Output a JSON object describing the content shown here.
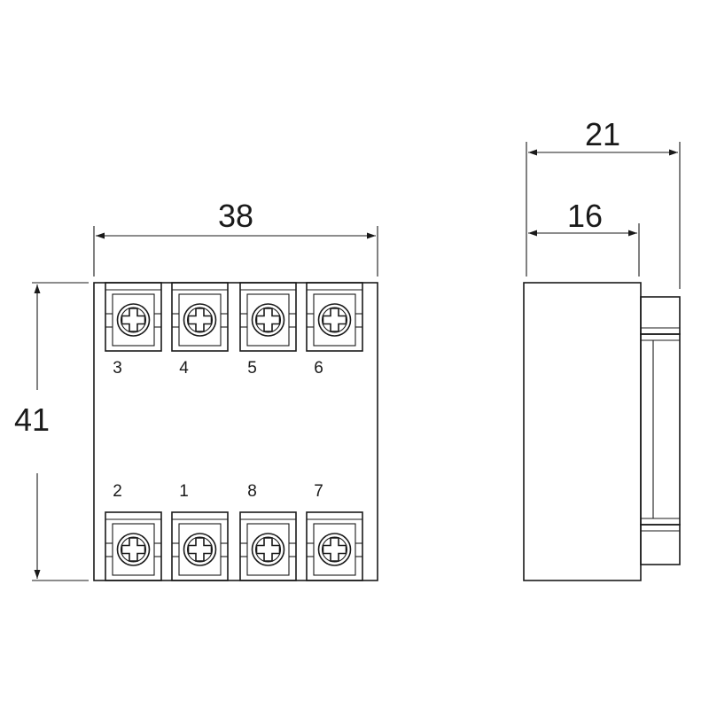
{
  "front_view": {
    "width_label": "38",
    "height_label": "41",
    "terminals_top": [
      "3",
      "4",
      "5",
      "6"
    ],
    "terminals_bottom": [
      "2",
      "1",
      "8",
      "7"
    ]
  },
  "side_view": {
    "total_depth_label": "21",
    "body_depth_label": "16"
  },
  "colors": {
    "line": "#1a1a1a",
    "background": "#ffffff"
  }
}
